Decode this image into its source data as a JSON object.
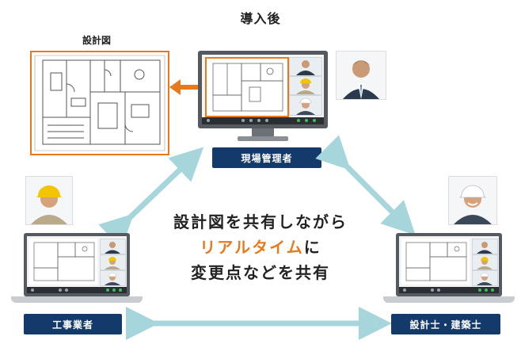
{
  "title": "導入後",
  "blueprint_label": "設計図",
  "roles": {
    "site_manager": "現場管理者",
    "contractor": "工事業者",
    "designer": "設計士・建築士"
  },
  "message": {
    "line1": "設計図を共有しながら",
    "line2_highlight": "リアルタイム",
    "line2_suffix": "に",
    "line3": "変更点などを共有"
  },
  "colors": {
    "accent": "#e87a1e",
    "badge": "#133a6b",
    "arrow": "#a6d6dc"
  }
}
